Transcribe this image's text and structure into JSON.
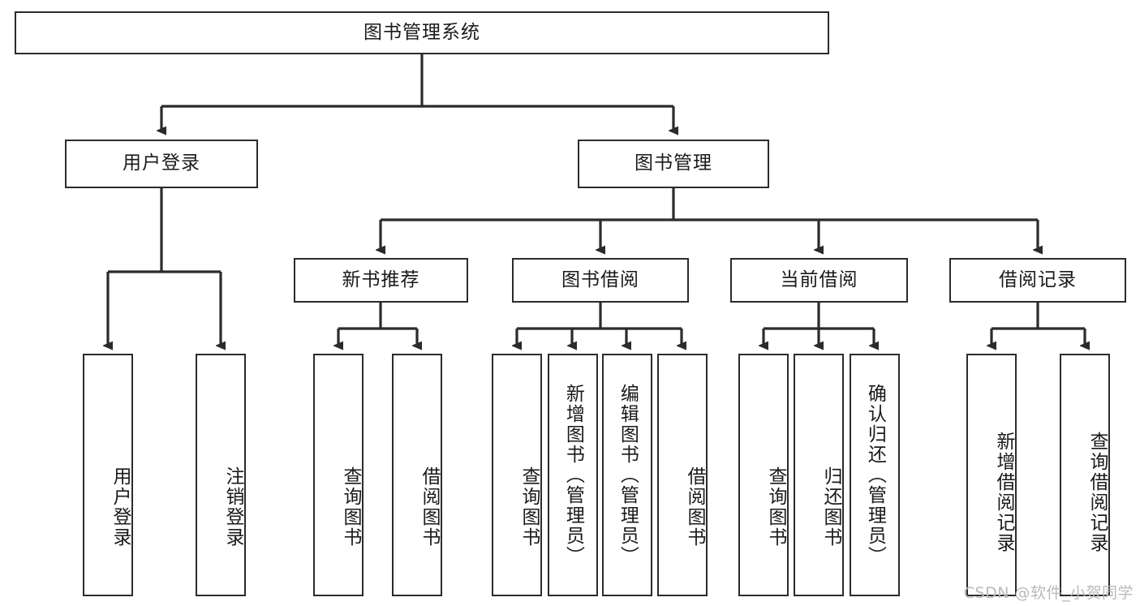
{
  "diagram": {
    "title_node": {
      "label": "图书管理系统"
    },
    "level1": [
      {
        "id": "user-login",
        "label": "用户登录"
      },
      {
        "id": "book-management",
        "label": "图书管理"
      }
    ],
    "level2": [
      {
        "id": "new-book-recommend",
        "label": "新书推荐"
      },
      {
        "id": "book-borrow",
        "label": "图书借阅"
      },
      {
        "id": "current-borrow",
        "label": "当前借阅"
      },
      {
        "id": "borrow-record",
        "label": "借阅记录"
      }
    ],
    "leaves": {
      "user_login": [
        {
          "id": "leaf-user-login",
          "label": "用户登录"
        },
        {
          "id": "leaf-logout-login",
          "label": "注销登录"
        }
      ],
      "new_book_recommend": [
        {
          "id": "leaf-query-book-1",
          "label": "查询图书"
        },
        {
          "id": "leaf-borrow-book-1",
          "label": "借阅图书"
        }
      ],
      "book_borrow": [
        {
          "id": "leaf-query-book-2",
          "label": "查询图书"
        },
        {
          "id": "leaf-add-book",
          "label": "新增图书（管理员）"
        },
        {
          "id": "leaf-edit-book",
          "label": "编辑图书（管理员）"
        },
        {
          "id": "leaf-borrow-book-2",
          "label": "借阅图书"
        }
      ],
      "current_borrow": [
        {
          "id": "leaf-query-book-3",
          "label": "查询图书"
        },
        {
          "id": "leaf-return-book",
          "label": "归还图书"
        },
        {
          "id": "leaf-confirm-return",
          "label": "确认归还（管理员）"
        }
      ],
      "borrow_record": [
        {
          "id": "leaf-add-borrow-record",
          "label": "新增借阅记录"
        },
        {
          "id": "leaf-query-borrow-record",
          "label": "查询借阅记录"
        }
      ]
    },
    "watermark": "CSDN @软件_小贺同学",
    "colors": {
      "stroke": "#2b2b2b",
      "background": "#ffffff",
      "text": "#1a1a1a",
      "watermark": "#b9b9b9"
    }
  }
}
